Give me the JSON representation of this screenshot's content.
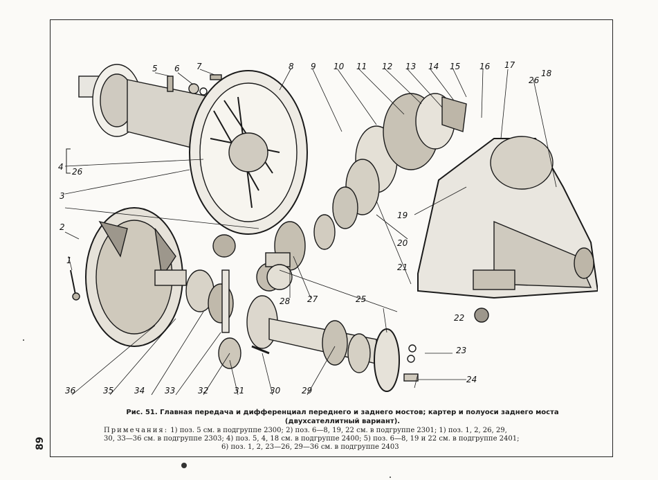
{
  "page_number": "89",
  "callouts": [
    "1",
    "2",
    "3",
    "4",
    "5",
    "6",
    "7",
    "8",
    "9",
    "10",
    "11",
    "12",
    "13",
    "14",
    "15",
    "16",
    "17",
    "18",
    "19",
    "20",
    "21",
    "22",
    "23",
    "24",
    "25",
    "26",
    "26",
    "27",
    "28",
    "29",
    "30",
    "31",
    "32",
    "33",
    "34",
    "35",
    "36"
  ],
  "caption_line1": "Рис. 51. Главная передача и дифференциал переднего и заднего мостов; картер и полуоси заднего моста",
  "caption_line2": "(двухсателлитный вариант).",
  "notes_head": "Примечания:",
  "notes_line1": "1) поз. 5 см. в подгруппе 2300; 2) поз. 6—8, 19, 22 см. в подгруппе 2301; 1) поз. 1, 2, 26, 29,",
  "notes_line2": "30, 33—36 см. в подгруппе 2303; 4) поз. 5, 4, 18 см. в подгруппе 2400; 5) поз. 6—8, 19 и 22 см. в подгруппе 2401;",
  "notes_line3": "6) поз. 1, 2, 23—26, 29—36 см. в подгруппе 2403",
  "colors": {
    "ink": "#1a1a1a",
    "paper": "#fbfaf7"
  }
}
